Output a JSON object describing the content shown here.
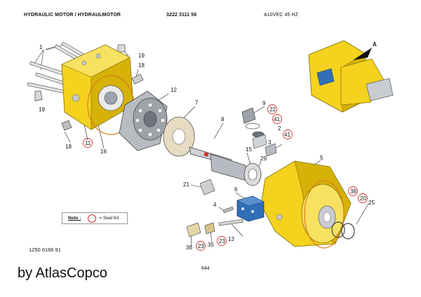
{
  "header": {
    "title": "HYDRAULIC MOTOR / HYDRAULMOTOR",
    "code": "3222 3111 56",
    "model": "A10VEC 45 HZ"
  },
  "note": {
    "label": "Note :",
    "text": "= Seal Kit"
  },
  "view_label": "A",
  "part_labels": [
    "1",
    "19",
    "18",
    "19",
    "18",
    "12",
    "7",
    "8",
    "9",
    "22",
    "41",
    "2",
    "41",
    "3",
    "15",
    "29",
    "5",
    "21",
    "6",
    "4",
    "38",
    "20",
    "25",
    "36",
    "23",
    "35",
    "23",
    "13",
    "11",
    "16"
  ],
  "seal_kit_parts": [
    "11",
    "22",
    "41",
    "41",
    "23",
    "23",
    "38",
    "20"
  ],
  "colors": {
    "housing": "#f4d21e",
    "housing_shade": "#d6b208",
    "steel": "#c9ccd1",
    "seal_ring": "#d2322d",
    "valve_block": "#2f6fb8"
  },
  "footer": {
    "part_number": "1250 0166 91",
    "page": "644",
    "brand": "by AtlasCopco"
  }
}
